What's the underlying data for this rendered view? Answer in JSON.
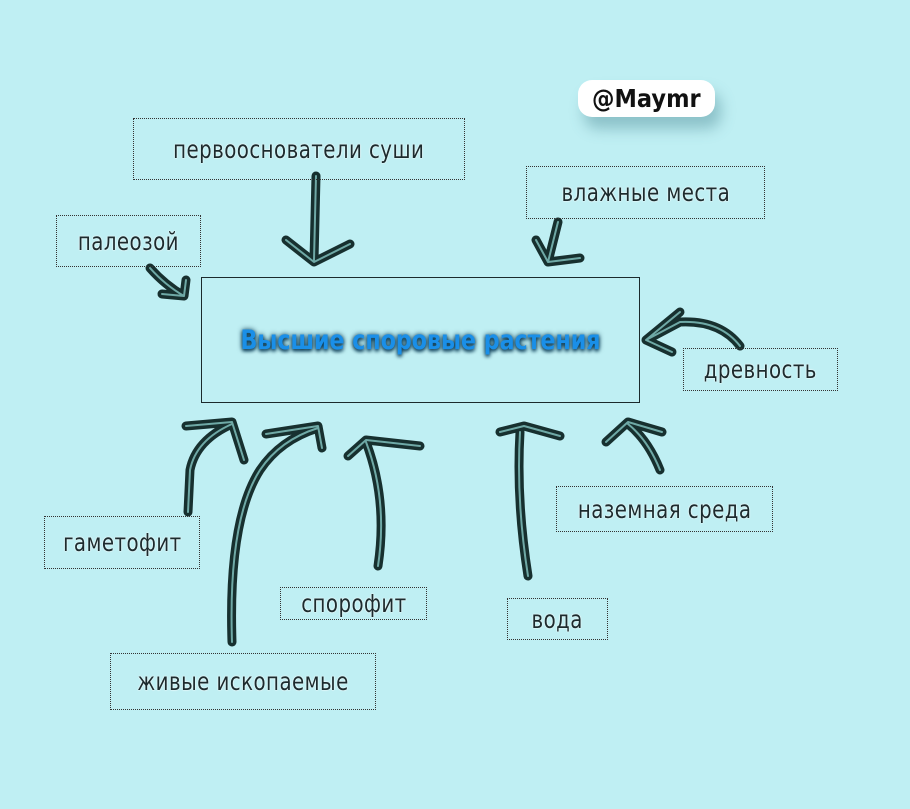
{
  "diagram": {
    "center": "Высшие споровые растения",
    "watermark": "@Maymr",
    "labels": {
      "pioneers": "первоосно­ватели суши",
      "wet_places": "влажные места",
      "paleozoic": "палеозой",
      "antiquity": "древность",
      "land_environment": "наземная среда",
      "gametophyte": "гаметофит",
      "sporophyte": "спорофит",
      "water": "вода",
      "living_fossils": "живые ископаемые"
    },
    "colors": {
      "background": "#bfeff3",
      "arrow": "#17302f",
      "title": "#1a8fe8"
    }
  }
}
